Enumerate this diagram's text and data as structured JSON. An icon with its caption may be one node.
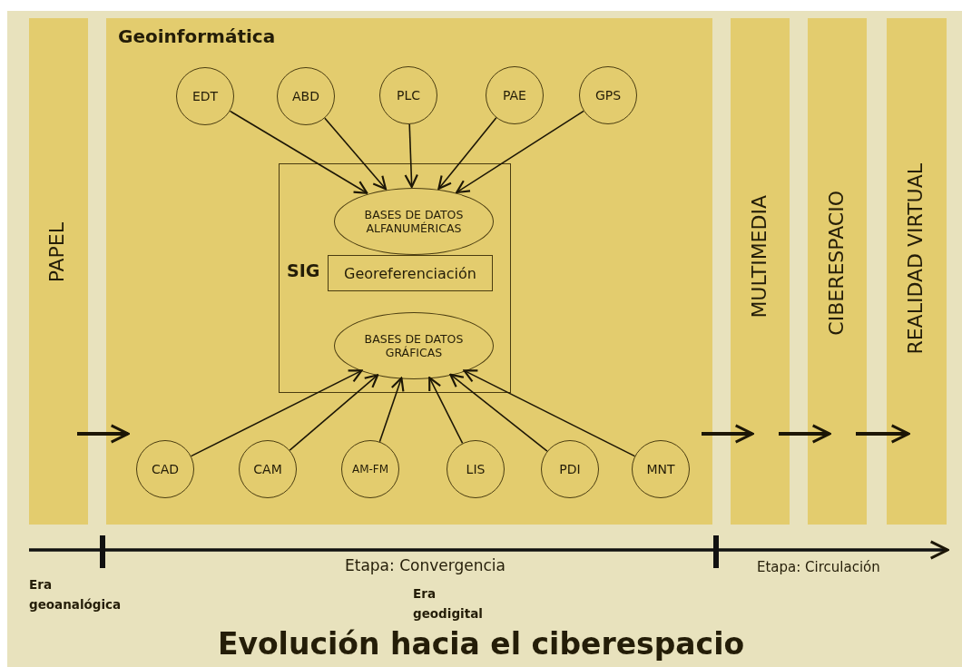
{
  "diagram": {
    "title": "Evolución hacia el ciberespacio",
    "nodes": [
      {
        "text": [
          "PAPEL"
        ]
      },
      {
        "text": [
          "Geoinformática"
        ]
      },
      {
        "text": [
          "EDT"
        ],
        "in": 1
      },
      {
        "text": [
          "ABD"
        ],
        "in": 1
      },
      {
        "text": [
          "PLC"
        ],
        "in": 1
      },
      {
        "text": [
          "PAE"
        ],
        "in": 1
      },
      {
        "text": [
          "GPS"
        ],
        "in": 1
      },
      {
        "text": [
          "SIG"
        ],
        "in": 1
      },
      {
        "text": [
          "BASES DE DATOS ALFANUMÉRICAS"
        ],
        "in": 7
      },
      {
        "text": [
          "Georeferenciación"
        ],
        "in": 7
      },
      {
        "text": [
          "BASES DE DATOS GRÁFICAS"
        ],
        "in": 7
      },
      {
        "text": [
          "CAD"
        ],
        "in": 1
      },
      {
        "text": [
          "CAM"
        ],
        "in": 1
      },
      {
        "text": [
          "AM-FM"
        ],
        "in": 1
      },
      {
        "text": [
          "LIS"
        ],
        "in": 1
      },
      {
        "text": [
          "PDI"
        ],
        "in": 1
      },
      {
        "text": [
          "MNT"
        ],
        "in": 1
      },
      {
        "text": [
          "MULTIMEDIA"
        ]
      },
      {
        "text": [
          "CIBERESPACIO"
        ]
      },
      {
        "text": [
          "REALIDAD VIRTUAL"
        ]
      }
    ],
    "edges": [
      {
        "from": 2,
        "to": 8,
        "arrow": "to"
      },
      {
        "from": 3,
        "to": 8,
        "arrow": "to"
      },
      {
        "from": 4,
        "to": 8,
        "arrow": "to"
      },
      {
        "from": 5,
        "to": 8,
        "arrow": "to"
      },
      {
        "from": 6,
        "to": 8,
        "arrow": "to"
      },
      {
        "from": 11,
        "to": 10,
        "arrow": "to"
      },
      {
        "from": 12,
        "to": 10,
        "arrow": "to"
      },
      {
        "from": 13,
        "to": 10,
        "arrow": "to"
      },
      {
        "from": 14,
        "to": 10,
        "arrow": "to"
      },
      {
        "from": 15,
        "to": 10,
        "arrow": "to"
      },
      {
        "from": 16,
        "to": 10,
        "arrow": "to"
      },
      {
        "from": 0,
        "to": 1,
        "arrow": "to",
        "style": "thick"
      },
      {
        "from": 1,
        "to": 17,
        "arrow": "to",
        "style": "thick"
      },
      {
        "from": 17,
        "to": 18,
        "arrow": "to",
        "style": "thick"
      },
      {
        "from": 18,
        "to": 19,
        "arrow": "to",
        "style": "thick"
      }
    ],
    "labels": [
      "Etapa: Convergencia",
      "Etapa: Circulación",
      "Era geoanalógica",
      "Era geodigital"
    ]
  }
}
